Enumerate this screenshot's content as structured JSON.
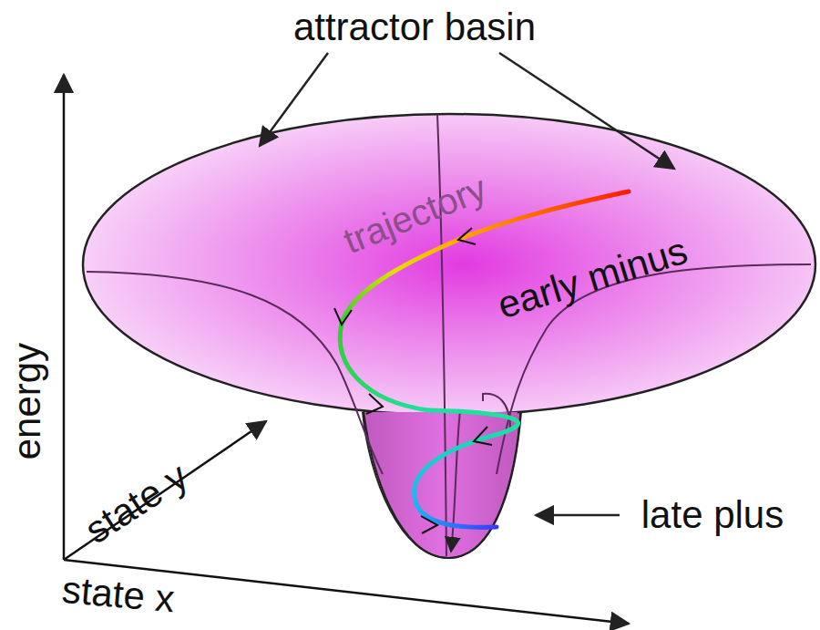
{
  "diagram": {
    "labels": [
      "attractor basin",
      "trajectory",
      "early minus",
      "late plus",
      "energy",
      "state y",
      "state x"
    ]
  }
}
